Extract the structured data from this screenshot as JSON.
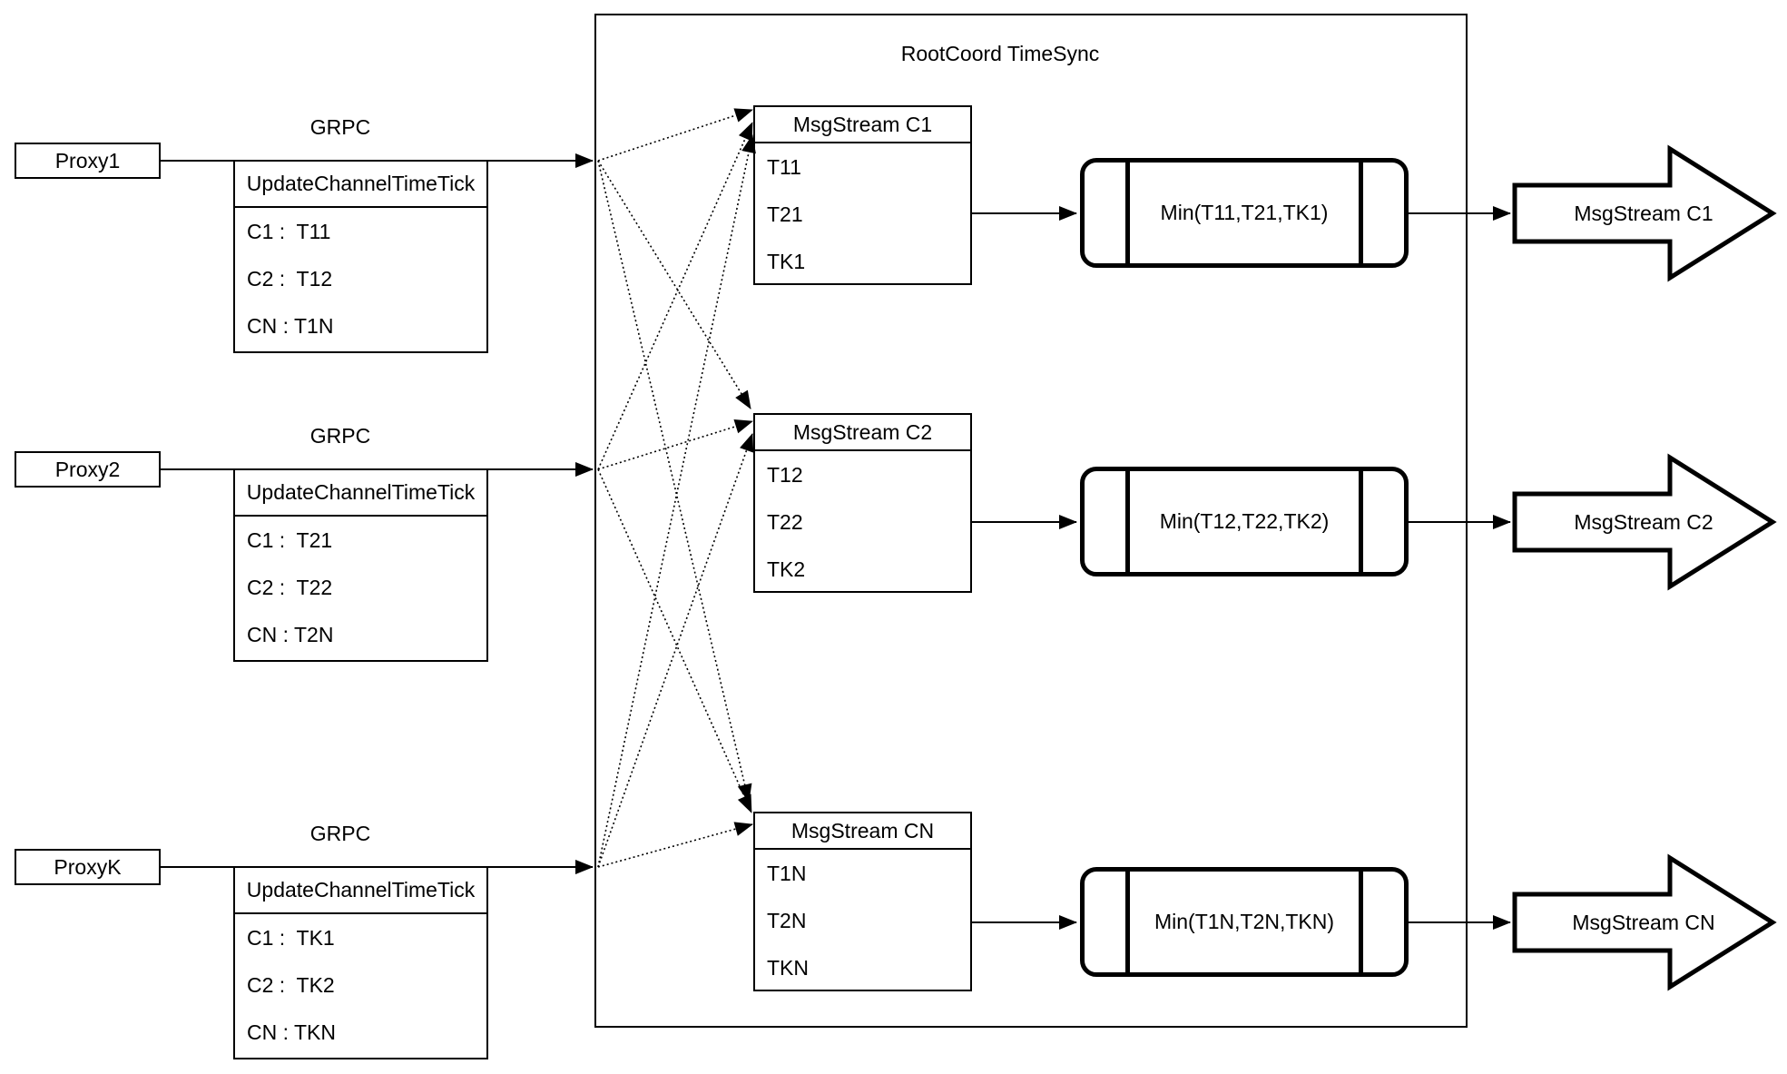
{
  "root": {
    "title": "RootCoord TimeSync"
  },
  "rows": [
    {
      "proxy": "Proxy1",
      "protocol": "GRPC",
      "update": {
        "header": "UpdateChannelTimeTick",
        "cells": [
          "C1 :  T11",
          "C2 :  T12",
          "CN : T1N"
        ]
      },
      "stream": {
        "header": "MsgStream C1",
        "cells": [
          "T11",
          "T21",
          "TK1"
        ]
      },
      "min": "Min(T11,T21,TK1)",
      "out": "MsgStream C1"
    },
    {
      "proxy": "Proxy2",
      "protocol": "GRPC",
      "update": {
        "header": "UpdateChannelTimeTick",
        "cells": [
          "C1 :  T21",
          "C2 :  T22",
          "CN : T2N"
        ]
      },
      "stream": {
        "header": "MsgStream C2",
        "cells": [
          "T12",
          "T22",
          "TK2"
        ]
      },
      "min": "Min(T12,T22,TK2)",
      "out": "MsgStream C2"
    },
    {
      "proxy": "ProxyK",
      "protocol": "GRPC",
      "update": {
        "header": "UpdateChannelTimeTick",
        "cells": [
          "C1 :  TK1",
          "C2 :  TK2",
          "CN : TKN"
        ]
      },
      "stream": {
        "header": "MsgStream CN",
        "cells": [
          "T1N",
          "T2N",
          "TKN"
        ]
      },
      "min": "Min(T1N,T2N,TKN)",
      "out": "MsgStream CN"
    }
  ]
}
